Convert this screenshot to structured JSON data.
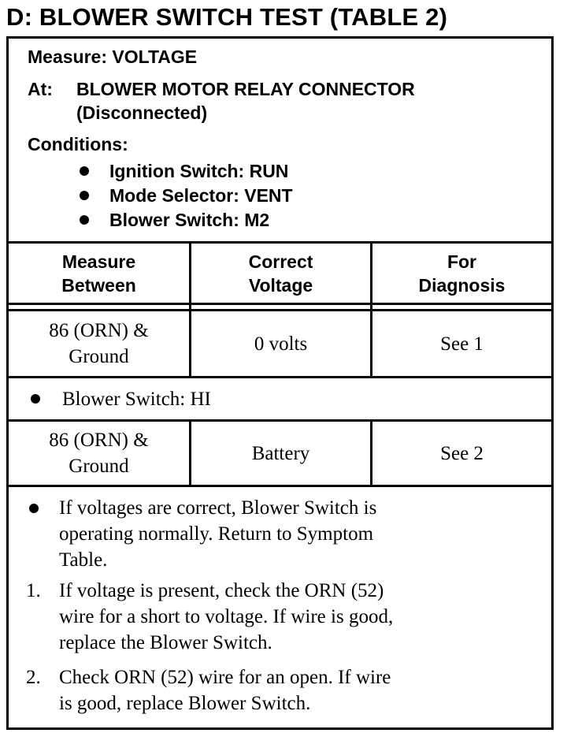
{
  "title": "D: BLOWER SWITCH TEST (TABLE 2)",
  "measure": {
    "label": "Measure:",
    "value": "VOLTAGE"
  },
  "at": {
    "label": "At:",
    "line1": "BLOWER MOTOR RELAY CONNECTOR",
    "line2": "(Disconnected)"
  },
  "conditions": {
    "label": "Conditions:",
    "items": [
      "Ignition Switch: RUN",
      "Mode Selector: VENT",
      "Blower Switch: M2"
    ]
  },
  "table": {
    "headers": [
      {
        "line1": "Measure",
        "line2": "Between"
      },
      {
        "line1": "Correct",
        "line2": "Voltage"
      },
      {
        "line1": "For",
        "line2": "Diagnosis"
      }
    ],
    "rows": [
      {
        "between_line1": "86 (ORN) &",
        "between_line2": "Ground",
        "voltage": "0 volts",
        "diagnosis": "See 1"
      },
      {
        "between_line1": "86 (ORN) &",
        "between_line2": "Ground",
        "voltage": "Battery",
        "diagnosis": "See 2"
      }
    ],
    "mid_condition": "Blower Switch: HI"
  },
  "notes": {
    "bullet": [
      "If voltages are correct, Blower Switch is",
      "operating normally. Return to Symptom",
      "Table."
    ],
    "items": [
      {
        "number": "1.",
        "lines": [
          "If voltage is present, check the ORN (52)",
          "wire for a short to voltage. If wire is good,",
          "replace the Blower Switch."
        ]
      },
      {
        "number": "2.",
        "lines": [
          "Check ORN (52) wire for an open. If wire",
          "is good, replace Blower Switch."
        ]
      }
    ]
  }
}
